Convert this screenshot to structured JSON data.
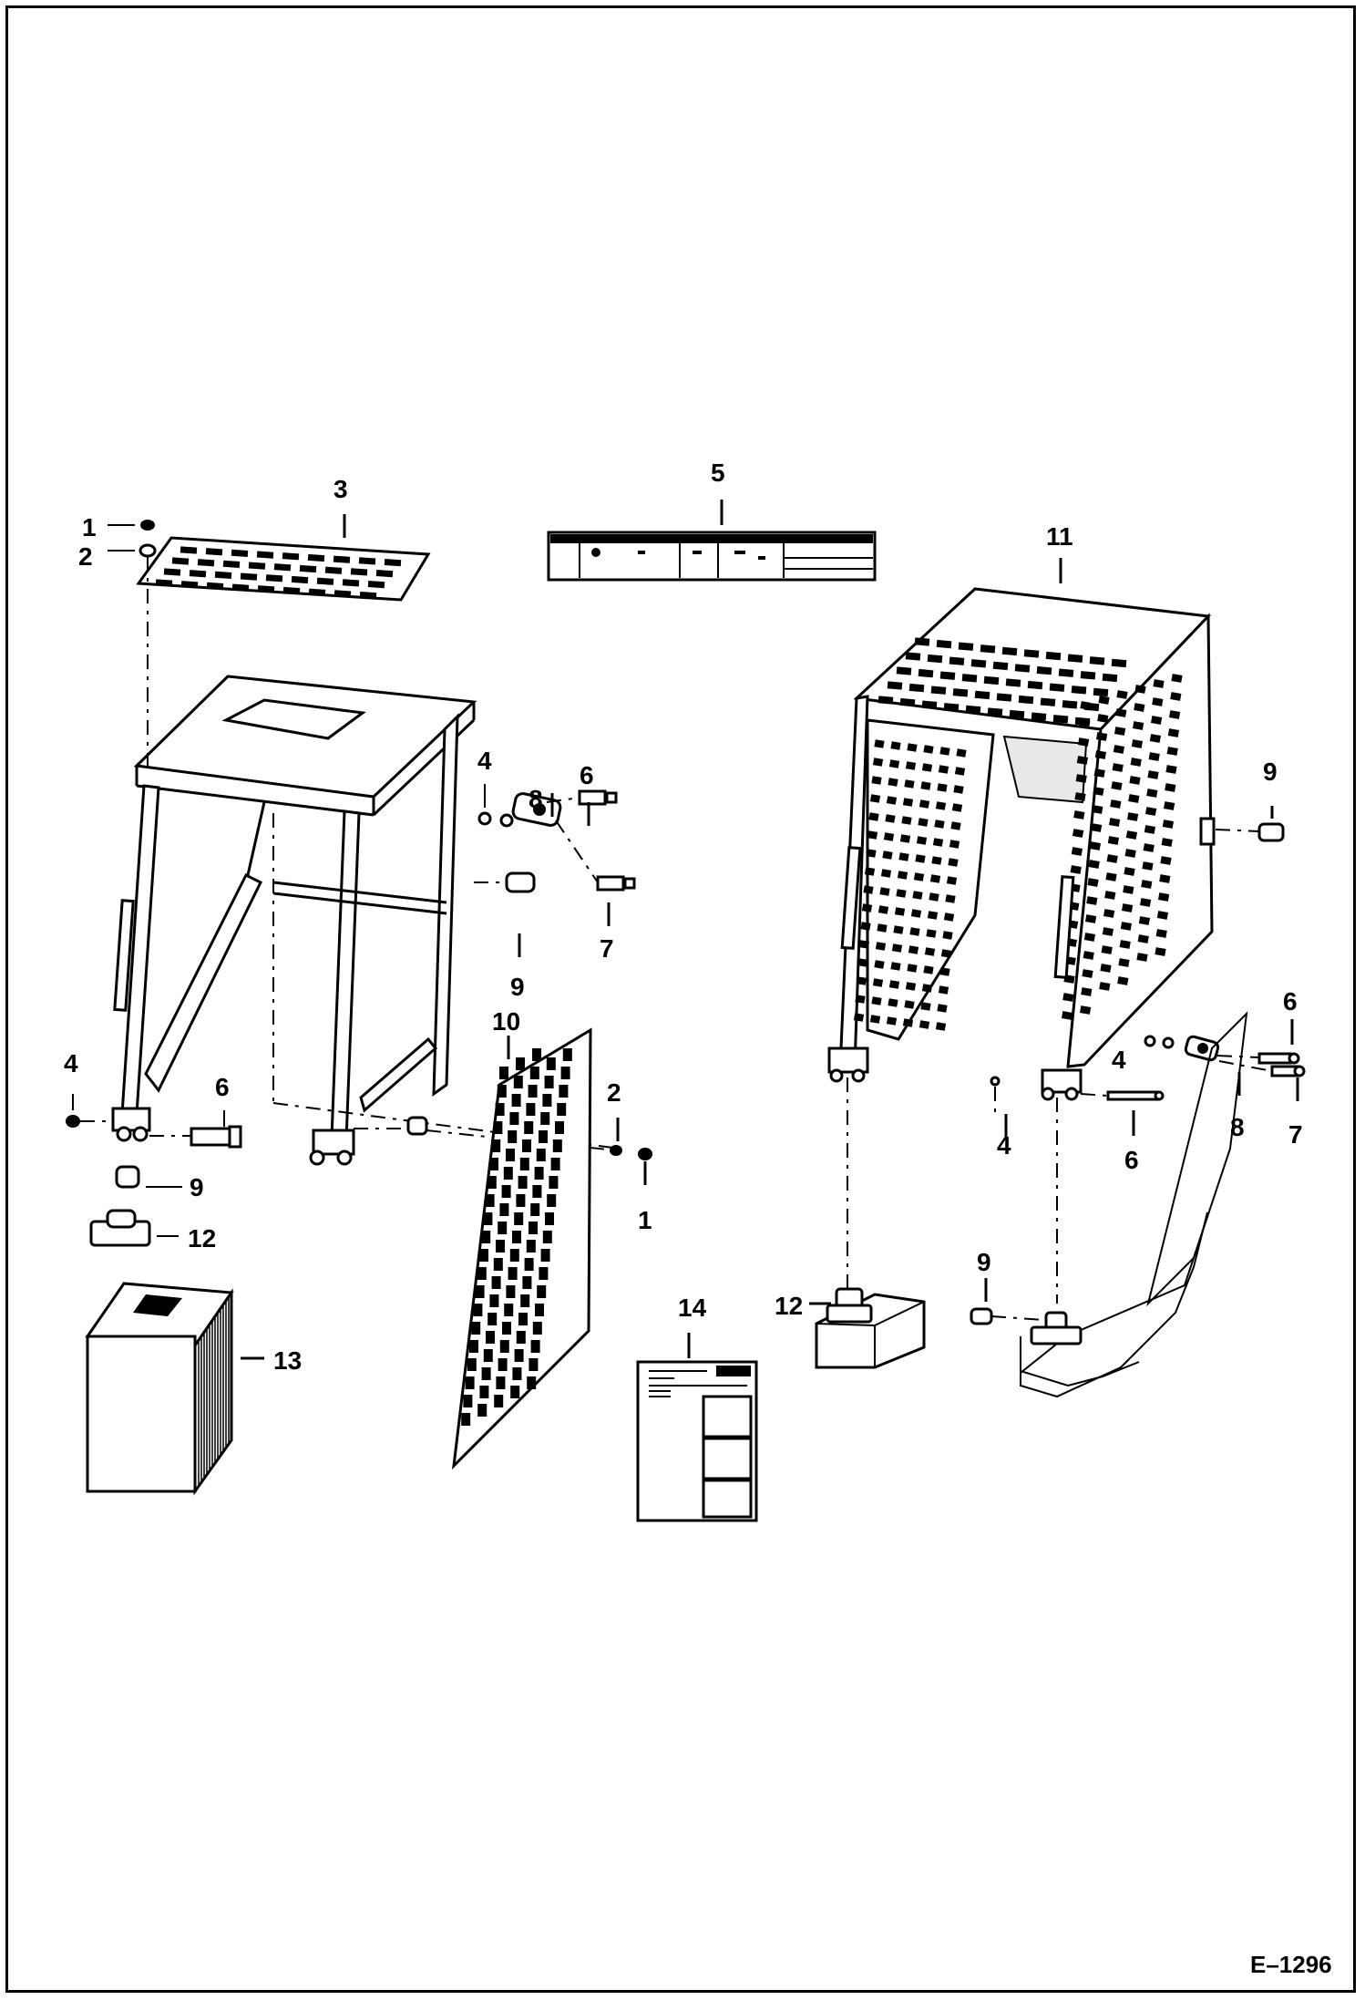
{
  "figure_ref": "E–1296",
  "callouts": {
    "top_plate": "3",
    "decal": "5",
    "cab_full": "11",
    "left_1_top": "1",
    "left_2_top": "2",
    "left_4_upper": "4",
    "left_8": "8",
    "left_6_upper": "6",
    "left_7": "7",
    "left_9_mid": "9",
    "left_4_lower": "4",
    "left_6_lower": "6",
    "left_9_lower": "9",
    "left_12": "12",
    "left_13": "13",
    "panel_10": "10",
    "panel_2": "2",
    "panel_1": "1",
    "manual_14": "14",
    "right_9_top": "9",
    "right_6": "6",
    "right_4_upper": "4",
    "right_8": "8",
    "right_7": "7",
    "right_4_lower": "4",
    "right_6_lower": "6",
    "right_9_lower": "9",
    "right_12": "12"
  }
}
